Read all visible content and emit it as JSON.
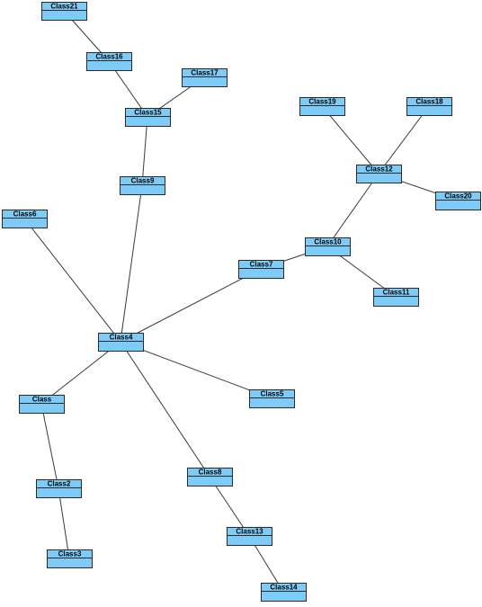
{
  "diagram": {
    "classes": [
      {
        "id": "Class21",
        "name": "Class21"
      },
      {
        "id": "Class16",
        "name": "Class16"
      },
      {
        "id": "Class17",
        "name": "Class17"
      },
      {
        "id": "Class15",
        "name": "Class15"
      },
      {
        "id": "Class19",
        "name": "Class19"
      },
      {
        "id": "Class18",
        "name": "Class18"
      },
      {
        "id": "Class9",
        "name": "Class9"
      },
      {
        "id": "Class12",
        "name": "Class12"
      },
      {
        "id": "Class20",
        "name": "Class20"
      },
      {
        "id": "Class6",
        "name": "Class6"
      },
      {
        "id": "Class10",
        "name": "Class10"
      },
      {
        "id": "Class7",
        "name": "Class7"
      },
      {
        "id": "Class11",
        "name": "Class11"
      },
      {
        "id": "Class4",
        "name": "Class4"
      },
      {
        "id": "Class5",
        "name": "Class5"
      },
      {
        "id": "Class",
        "name": "Class"
      },
      {
        "id": "Class8",
        "name": "Class8"
      },
      {
        "id": "Class2",
        "name": "Class2"
      },
      {
        "id": "Class13",
        "name": "Class13"
      },
      {
        "id": "Class3",
        "name": "Class3"
      },
      {
        "id": "Class14",
        "name": "Class14"
      }
    ],
    "connections": [
      [
        "Class21",
        "Class16"
      ],
      [
        "Class16",
        "Class15"
      ],
      [
        "Class17",
        "Class15"
      ],
      [
        "Class15",
        "Class9"
      ],
      [
        "Class9",
        "Class4"
      ],
      [
        "Class6",
        "Class4"
      ],
      [
        "Class4",
        "Class7"
      ],
      [
        "Class4",
        "Class5"
      ],
      [
        "Class4",
        "Class"
      ],
      [
        "Class4",
        "Class8"
      ],
      [
        "Class7",
        "Class10"
      ],
      [
        "Class10",
        "Class12"
      ],
      [
        "Class10",
        "Class11"
      ],
      [
        "Class12",
        "Class19"
      ],
      [
        "Class12",
        "Class18"
      ],
      [
        "Class12",
        "Class20"
      ],
      [
        "Class",
        "Class2"
      ],
      [
        "Class2",
        "Class3"
      ],
      [
        "Class8",
        "Class13"
      ],
      [
        "Class13",
        "Class14"
      ]
    ],
    "colors": {
      "class_fill": "#7ecbf7",
      "class_border": "#2a2a2a",
      "edge": "#3a3a3a",
      "background": "#ffffff"
    }
  }
}
